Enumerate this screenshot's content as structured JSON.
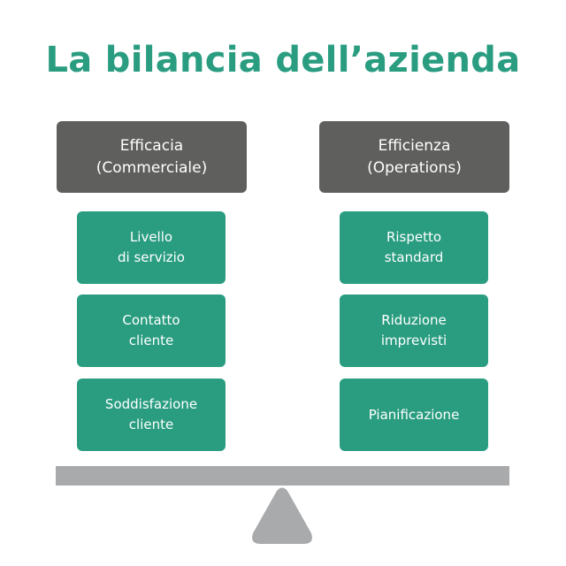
{
  "title": "La bilancia dell’azienda",
  "colors": {
    "accent_green": "#2a9d81",
    "header_gray": "#5f5f5e",
    "scale_gray": "#a9aaac",
    "background": "#ffffff"
  },
  "left": {
    "header": {
      "line1": "Efficacia",
      "line2": "(Commerciale)"
    },
    "items": [
      {
        "line1": "Livello",
        "line2": "di servizio"
      },
      {
        "line1": "Contatto",
        "line2": "cliente"
      },
      {
        "line1": "Soddisfazione",
        "line2": "cliente"
      }
    ]
  },
  "right": {
    "header": {
      "line1": "Efficienza",
      "line2": "(Operations)"
    },
    "items": [
      {
        "line1": "Rispetto",
        "line2": "standard"
      },
      {
        "line1": "Riduzione",
        "line2": "imprevisti"
      },
      {
        "line1": "Pianificazione",
        "line2": ""
      }
    ]
  },
  "scale": {
    "beam": "scale-beam",
    "fulcrum": "triangle-fulcrum"
  }
}
